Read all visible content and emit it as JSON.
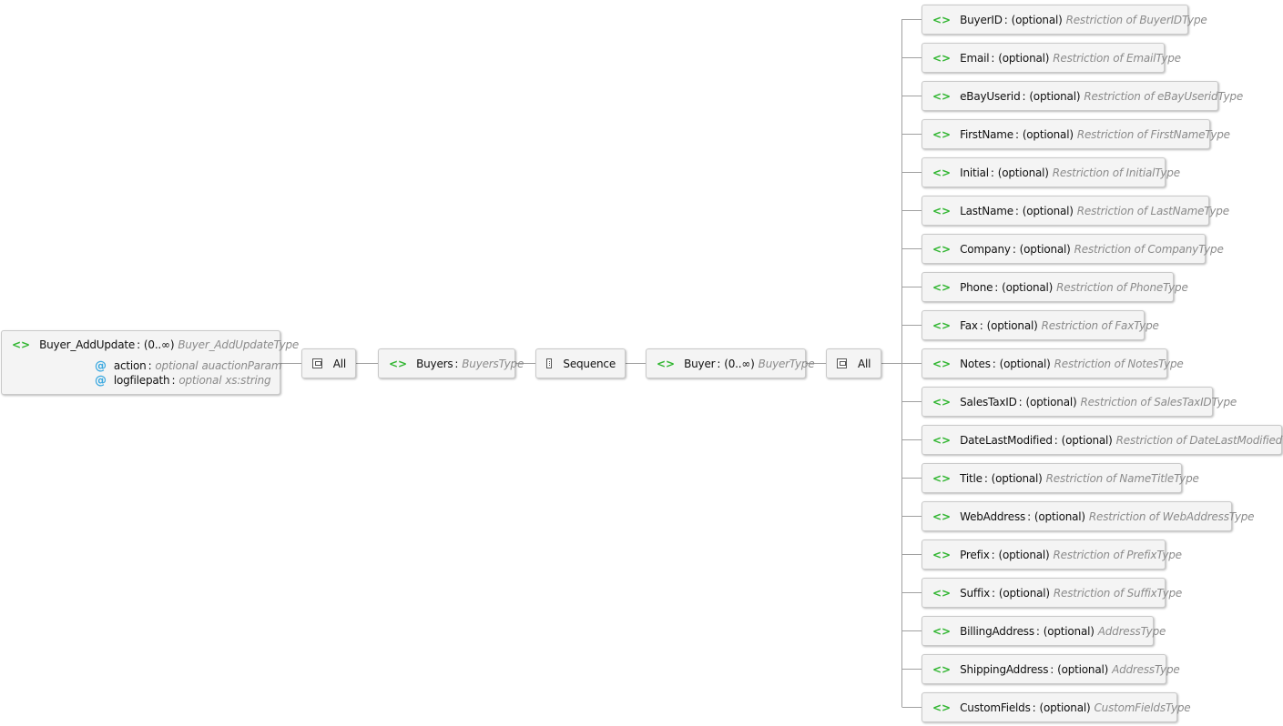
{
  "root": {
    "name": "Buyer_AddUpdate",
    "occurs": "(0..∞)",
    "type": "Buyer_AddUpdateType",
    "attributes": [
      {
        "name": "action",
        "usage": "optional",
        "type": "auactionParam"
      },
      {
        "name": "logfilepath",
        "usage": "optional",
        "type": "xs:string"
      }
    ]
  },
  "compositor1": {
    "label": "All"
  },
  "buyers": {
    "name": "Buyers",
    "type": "BuyersType"
  },
  "sequence": {
    "label": "Sequence"
  },
  "buyer": {
    "name": "Buyer",
    "occurs": "(0..∞)",
    "type": "BuyerType"
  },
  "compositor2": {
    "label": "All"
  },
  "children": [
    {
      "name": "BuyerID",
      "occurs": "(optional)",
      "type": "Restriction of BuyerIDType"
    },
    {
      "name": "Email",
      "occurs": "(optional)",
      "type": "Restriction of EmailType"
    },
    {
      "name": "eBayUserid",
      "occurs": "(optional)",
      "type": "Restriction of eBayUseridType"
    },
    {
      "name": "FirstName",
      "occurs": "(optional)",
      "type": "Restriction of FirstNameType"
    },
    {
      "name": "Initial",
      "occurs": "(optional)",
      "type": "Restriction of InitialType"
    },
    {
      "name": "LastName",
      "occurs": "(optional)",
      "type": "Restriction of LastNameType"
    },
    {
      "name": "Company",
      "occurs": "(optional)",
      "type": "Restriction of CompanyType"
    },
    {
      "name": "Phone",
      "occurs": "(optional)",
      "type": "Restriction of PhoneType"
    },
    {
      "name": "Fax",
      "occurs": "(optional)",
      "type": "Restriction of FaxType"
    },
    {
      "name": "Notes",
      "occurs": "(optional)",
      "type": "Restriction of NotesType"
    },
    {
      "name": "SalesTaxID",
      "occurs": "(optional)",
      "type": "Restriction of SalesTaxIDType"
    },
    {
      "name": "DateLastModified",
      "occurs": "(optional)",
      "type": "Restriction of DateLastModifiedType"
    },
    {
      "name": "Title",
      "occurs": "(optional)",
      "type": "Restriction of NameTitleType"
    },
    {
      "name": "WebAddress",
      "occurs": "(optional)",
      "type": "Restriction of WebAddressType"
    },
    {
      "name": "Prefix",
      "occurs": "(optional)",
      "type": "Restriction of PrefixType"
    },
    {
      "name": "Suffix",
      "occurs": "(optional)",
      "type": "Restriction of SuffixType"
    },
    {
      "name": "BillingAddress",
      "occurs": "(optional)",
      "type": "AddressType"
    },
    {
      "name": "ShippingAddress",
      "occurs": "(optional)",
      "type": "AddressType"
    },
    {
      "name": "CustomFields",
      "occurs": "(optional)",
      "type": "CustomFieldsType"
    }
  ],
  "icons": {
    "element": "<>",
    "attribute": "@"
  },
  "colors": {
    "element_icon": "#2fb52f",
    "attribute_icon": "#3aa8e0",
    "type_text": "#8b8b8b",
    "connector": "#a0a0a0"
  }
}
